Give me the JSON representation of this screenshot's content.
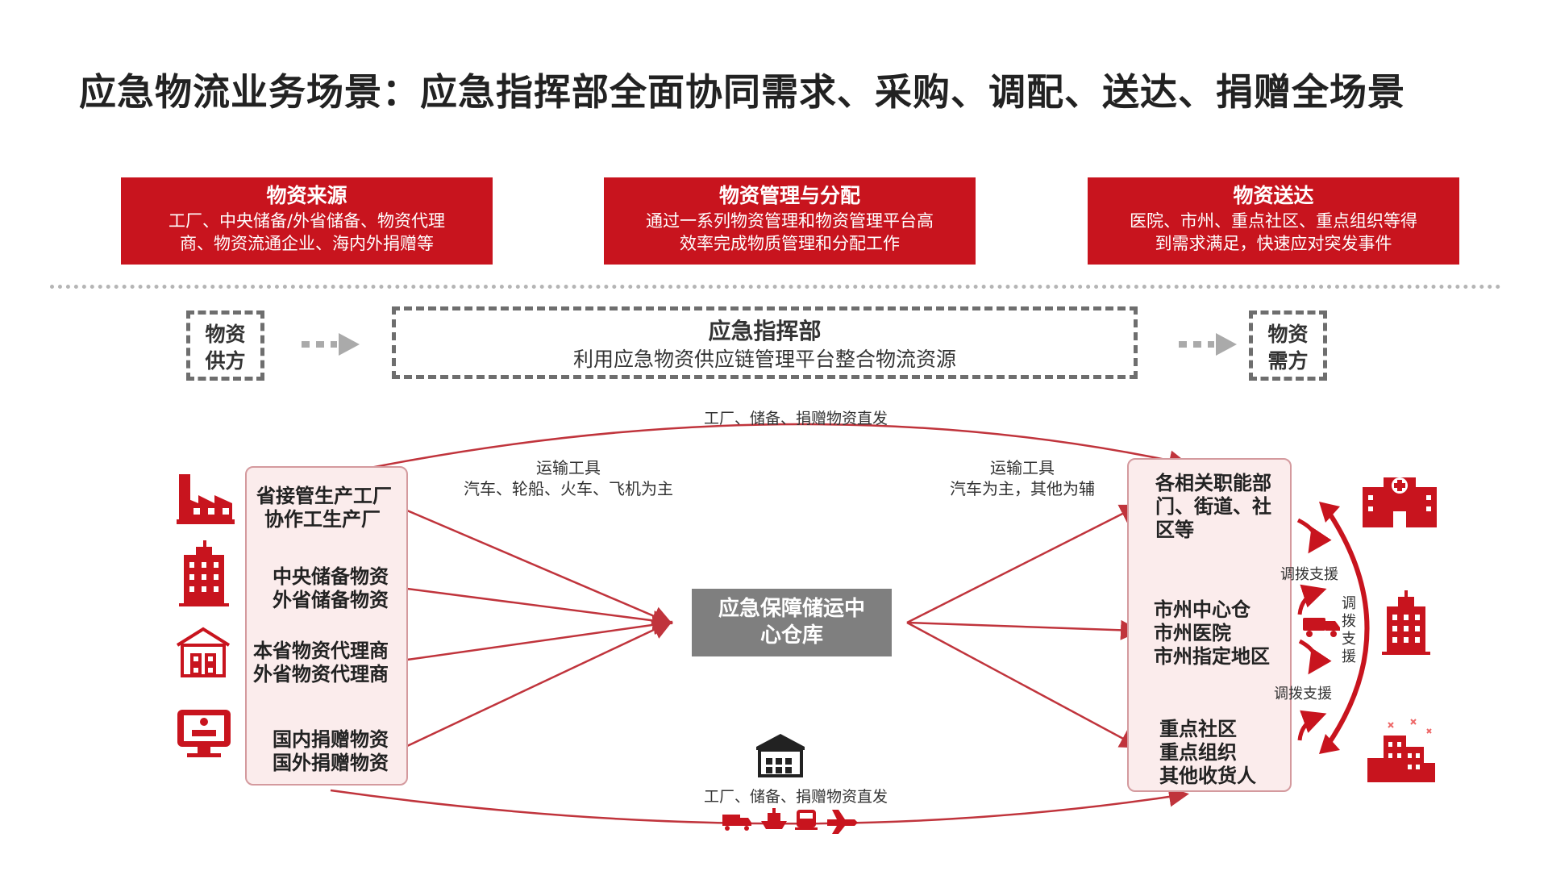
{
  "title": "应急物流业务场景：应急指挥部全面协同需求、采购、调配、送达、捐赠全场景",
  "top_boxes": [
    {
      "heading": "物资来源",
      "line1": "工厂、中央储备/外省储备、物资代理",
      "line2": "商、物资流通企业、海内外捐赠等"
    },
    {
      "heading": "物资管理与分配",
      "line1": "通过一系列物资管理和物资管理平台高",
      "line2": "效率完成物质管理和分配工作"
    },
    {
      "heading": "物资送达",
      "line1": "医院、市州、重点社区、重点组织等得",
      "line2": "到需求满足，快速应对突发事件"
    }
  ],
  "supplier": {
    "line1": "物资",
    "line2": "供方"
  },
  "demander": {
    "line1": "物资",
    "line2": "需方"
  },
  "command": {
    "title": "应急指挥部",
    "subtitle": "利用应急物资供应链管理平台整合物流资源"
  },
  "top_route_label": "工厂、储备、捐赠物资直发",
  "bottom_route_label": "工厂、储备、捐赠物资直发",
  "transport_left": {
    "line1": "运输工具",
    "line2": "汽车、轮船、火车、飞机为主"
  },
  "transport_right": {
    "line1": "运输工具",
    "line2": "汽车为主，其他为辅"
  },
  "sources": [
    {
      "line1": "省接管生产工厂",
      "line2": "协作工生产厂",
      "icon": "factory-icon"
    },
    {
      "line1": "中央储备物资",
      "line2": "外省储备物资",
      "icon": "building-icon"
    },
    {
      "line1": "本省物资代理商",
      "line2": "外省物资代理商",
      "icon": "warehouse-icon"
    },
    {
      "line1": "国内捐赠物资",
      "line2": "国外捐赠物资",
      "icon": "monitor-icon"
    }
  ],
  "center_hub": {
    "line1": "应急保障储运中",
    "line2": "心仓库"
  },
  "destinations": [
    {
      "lines": [
        "各相关职能部",
        "门、街道、社",
        "区等"
      ]
    },
    {
      "lines": [
        "市州中心仓",
        "市州医院",
        "市州指定地区"
      ]
    },
    {
      "lines": [
        "重点社区",
        "重点组织",
        "其他收货人"
      ]
    }
  ],
  "support_label_top": "调拨支援",
  "support_label_bottom": "调拨支援",
  "support_label_vertical": [
    "调",
    "拨",
    "支",
    "援"
  ],
  "right_icons": [
    "hospital-icon",
    "building-icon",
    "city-icon"
  ],
  "colors": {
    "primary_red": "#c8141e",
    "line_red": "#c0343c",
    "hub_gray": "#7f7f7f",
    "pink_bg": "#fbecec"
  }
}
